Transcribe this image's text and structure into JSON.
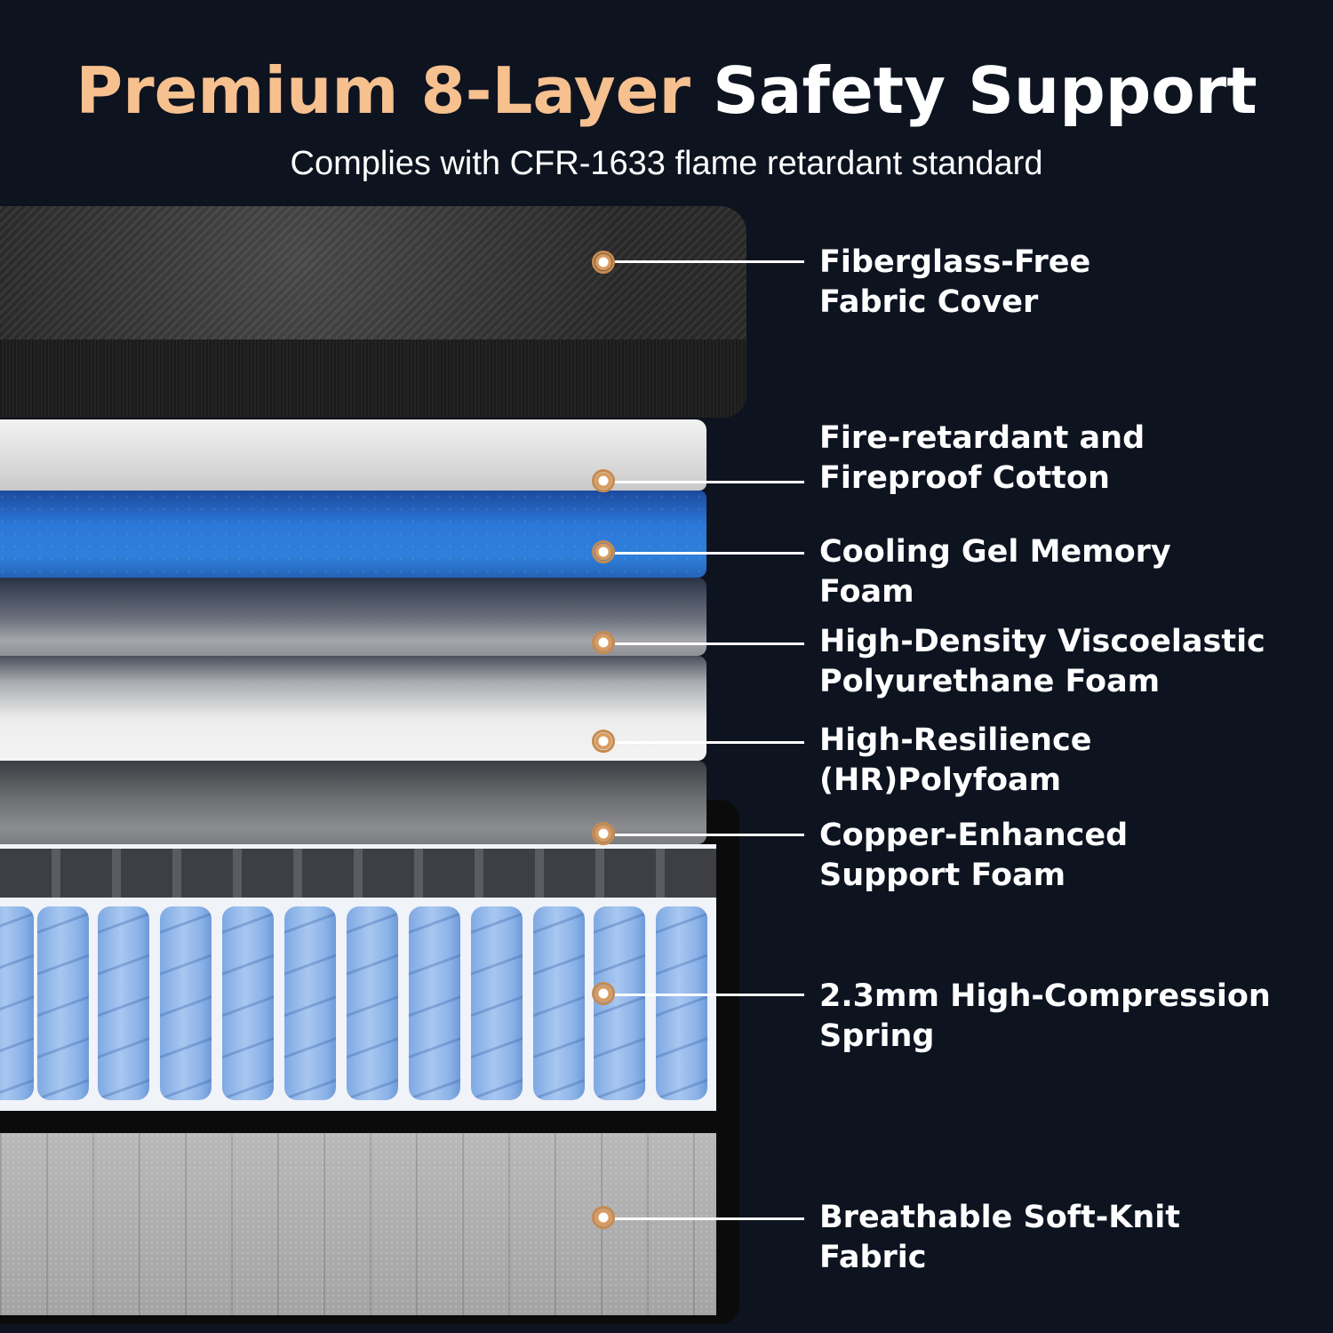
{
  "header": {
    "title_accent": "Premium 8-Layer",
    "title_rest": "Safety Support",
    "subtitle": "Complies with CFR-1633 flame retardant standard"
  },
  "colors": {
    "background": "#0e1320",
    "accent": "#f6c08f",
    "marker": "#c78a4f",
    "text": "#ffffff"
  },
  "layers": [
    {
      "line1": "Fiberglass-Free",
      "line2": "Fabric Cover"
    },
    {
      "line1": "Fire-retardant and",
      "line2": "Fireproof Cotton"
    },
    {
      "line1": "Cooling Gel Memory",
      "line2": "Foam"
    },
    {
      "line1": "High-Density Viscoelastic",
      "line2": "Polyurethane Foam"
    },
    {
      "line1": "High-Resilience",
      "line2": "(HR)Polyfoam"
    },
    {
      "line1": "Copper-Enhanced",
      "line2": "Support Foam"
    },
    {
      "line1": "2.3mm High-Compression",
      "line2": "Spring"
    },
    {
      "line1": "Breathable Soft-Knit",
      "line2": "Fabric"
    }
  ]
}
